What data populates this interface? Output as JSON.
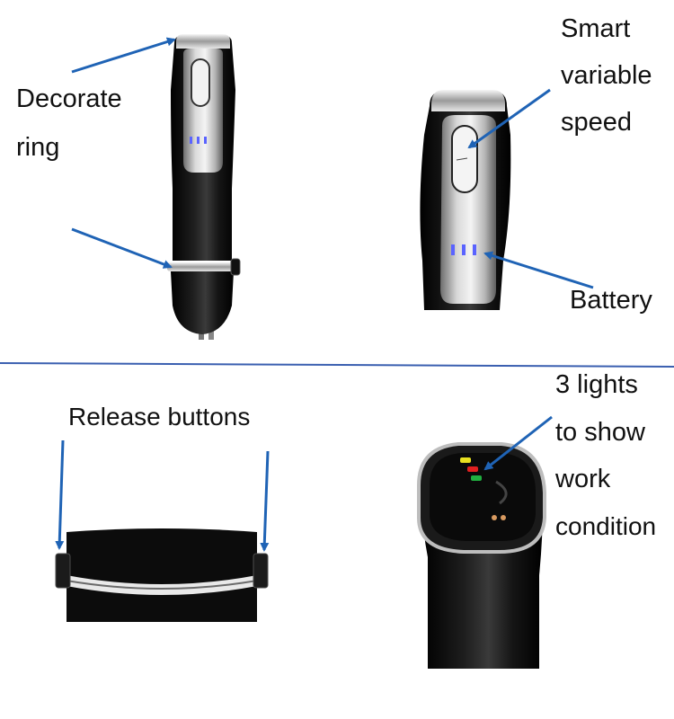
{
  "labels": {
    "decorate_line1": "Decorate",
    "decorate_line2": "ring",
    "smart_line1": "Smart",
    "smart_line2": "variable",
    "smart_line3": "speed",
    "battery": "Battery",
    "release": "Release buttons",
    "lights_line1": "3 lights",
    "lights_line2": "to show",
    "lights_line3": "work",
    "lights_line4": "condition"
  },
  "colors": {
    "arrow": "#1f63b5",
    "divider": "#3a5fb0",
    "body": "#0c0c0c",
    "battery_light": "#5a63ff",
    "light_yellow": "#e8e020",
    "light_red": "#e02020",
    "light_green": "#20b040"
  }
}
